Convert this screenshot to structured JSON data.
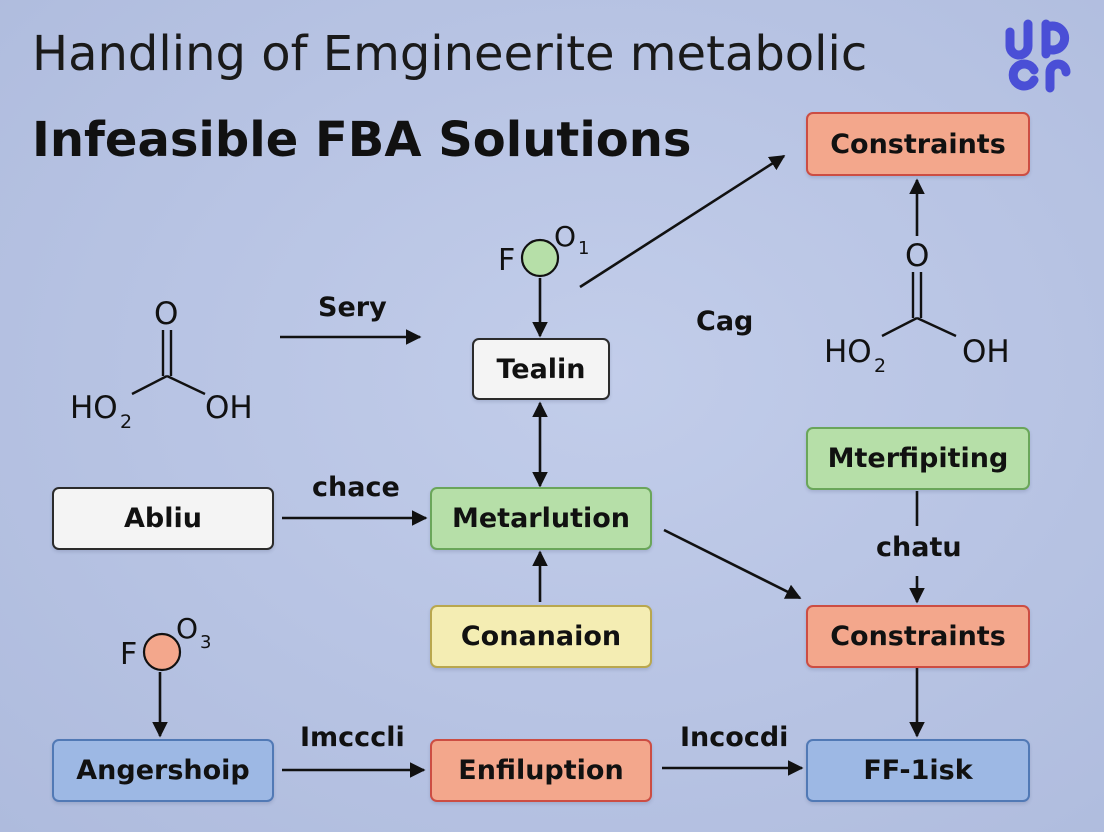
{
  "header": {
    "title_line1": "Handling of Emgineerite metabolic",
    "title_line2": "Infeasible FBA Solutions"
  },
  "logo": {
    "icon": "journal-logo-icon",
    "color": "#4a4fd6"
  },
  "nodes": {
    "constraints_top": "Constraints",
    "tealin": "Tealin",
    "abliu": "Abliu",
    "metarlution": "Metarlution",
    "mterfipiting": "Mterfipiting",
    "conanaion": "Conanaion",
    "constraints_mid": "Constraints",
    "angershoip": "Angershoip",
    "enfiluption": "Enfiluption",
    "ff_1isk": "FF-1isk"
  },
  "edge_labels": {
    "sery": "Sery",
    "cag": "Cag",
    "chace": "chace",
    "chatu": "chatu",
    "imcccli": "Imcccli",
    "incocdi": "Incocdi"
  },
  "molecules": {
    "left_acid": {
      "top": "O",
      "left": "HO",
      "left_sub": "2",
      "right": "OH"
    },
    "right_acid": {
      "top": "O",
      "left": "HO",
      "left_sub": "2",
      "right": "OH"
    },
    "fo1": {
      "left": "F",
      "sup": "O",
      "sup_sub": "1",
      "circle_color": "#b6dfa8"
    },
    "fo3": {
      "left": "F",
      "sup": "O",
      "sup_sub": "3",
      "circle_color": "#f3a78c"
    }
  },
  "colors": {
    "white": "#f4f4f4",
    "green": "#b6dfa8",
    "red": "#f3a78c",
    "yellow": "#f4edb3",
    "blue": "#9db8e4"
  }
}
